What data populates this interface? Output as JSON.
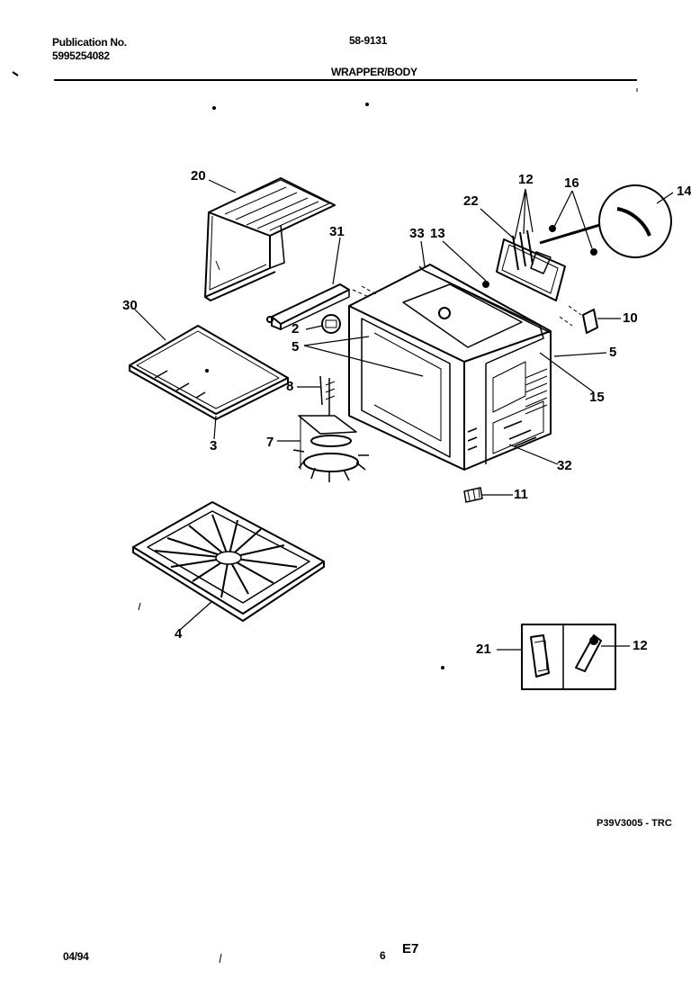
{
  "header": {
    "publication_label": "Publication No.",
    "publication_number": "5995254082",
    "model": "58-9131",
    "section_title": "WRAPPER/BODY"
  },
  "callouts": {
    "c20": "20",
    "c31": "31",
    "c30": "30",
    "c2": "2",
    "c5a": "5",
    "c3": "3",
    "c8": "8",
    "c7": "7",
    "c4": "4",
    "c33": "33",
    "c13": "13",
    "c22": "22",
    "c12": "12",
    "c16": "16",
    "c14": "14",
    "c10": "10",
    "c5b": "5",
    "c15": "15",
    "c32": "32",
    "c11": "11",
    "c21": "21",
    "c12b": "12"
  },
  "footer": {
    "diagram_code": "P39V3005 - TRC",
    "date": "04/94",
    "page": "6",
    "page_code": "E7"
  }
}
